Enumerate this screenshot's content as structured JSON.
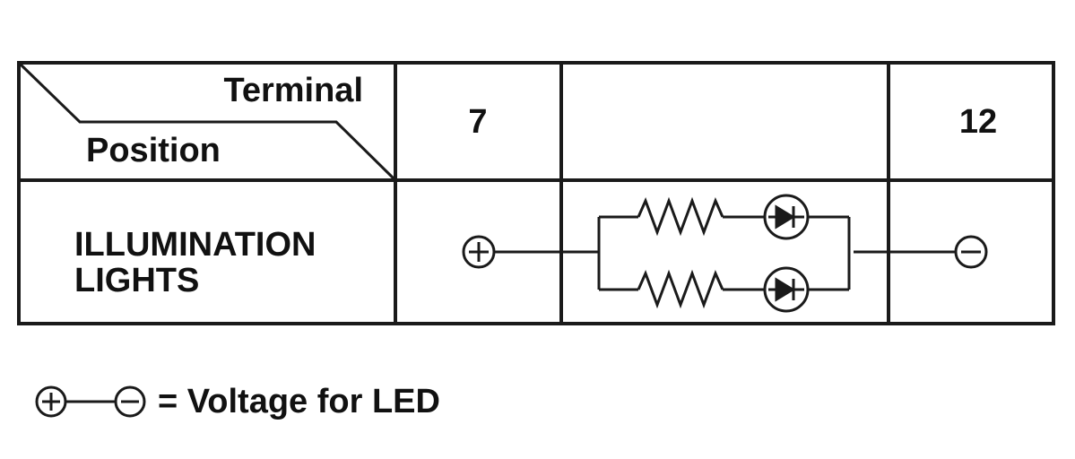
{
  "header": {
    "corner_top_label": "Terminal",
    "corner_bottom_label": "Position",
    "terminals": [
      "7",
      "",
      "12"
    ]
  },
  "row": {
    "position_line1": "ILLUMINATION",
    "position_line2": "LIGHTS"
  },
  "legend": {
    "text": "= Voltage for LED"
  },
  "symbols": {
    "positive": "plus-terminal-icon",
    "negative": "minus-terminal-icon",
    "component_branches": [
      "resistor-icon + led-icon",
      "resistor-icon + led-icon"
    ]
  },
  "colors": {
    "line": "#1a1a1a",
    "background": "#ffffff"
  }
}
